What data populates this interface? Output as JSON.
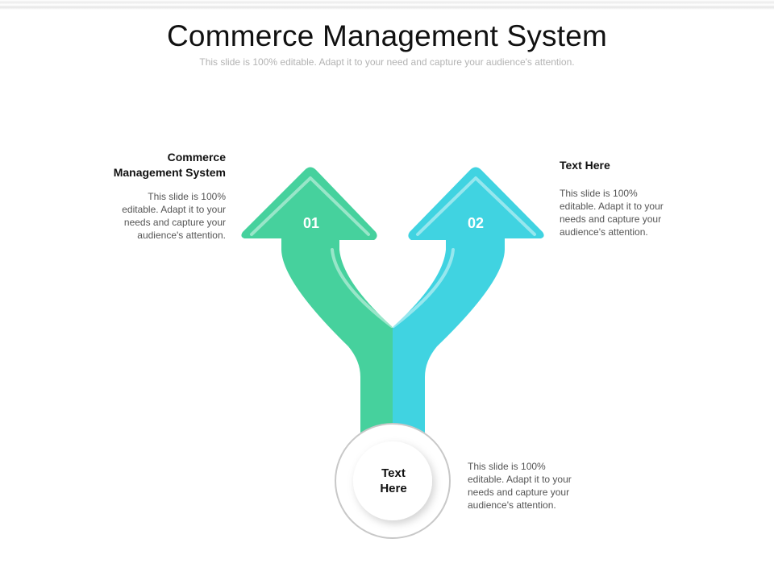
{
  "slide": {
    "title": "Commerce Management System",
    "subtitle": "This slide is 100% editable. Adapt it to your need and capture your audience's attention."
  },
  "diagram": {
    "arrows": [
      {
        "number": "01",
        "color": "#46d19d"
      },
      {
        "number": "02",
        "color": "#40d3e1"
      }
    ],
    "center": {
      "line1": "Text",
      "line2": "Here"
    }
  },
  "blocks": {
    "left": {
      "heading_line1": "Commerce",
      "heading_line2": "Management System",
      "body_lines": [
        "This slide is 100%",
        "editable. Adapt it to your",
        "needs and capture your",
        "audience's attention."
      ]
    },
    "right": {
      "heading": "Text Here",
      "body_lines": [
        "This slide is 100%",
        "editable. Adapt it to your",
        "needs and capture your",
        "audience's attention."
      ]
    },
    "bottom": {
      "body_lines": [
        "This slide is 100%",
        "editable. Adapt it to your",
        "needs and capture your",
        "audience's attention."
      ]
    }
  }
}
